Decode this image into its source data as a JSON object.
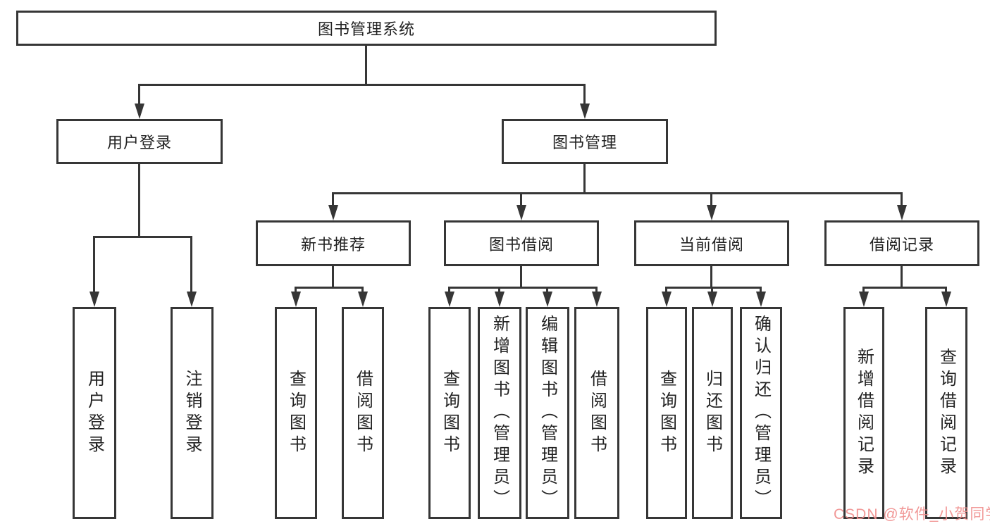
{
  "diagram": {
    "title": "图书管理系统",
    "line_color": "#363636",
    "nodes": {
      "root": "图书管理系统",
      "user_login": "用户登录",
      "book_mgmt": "图书管理",
      "new_book_rec": "新书推荐",
      "book_borrow": "图书借阅",
      "current_borrow": "当前借阅",
      "borrow_record": "借阅记录",
      "leaf_user_login": "用户登录",
      "leaf_logout": "注销登录",
      "leaf_nbr_query": "查询图书",
      "leaf_nbr_borrow": "借阅图书",
      "leaf_bb_query": "查询图书",
      "leaf_bb_add": "新增图书（管理员）",
      "leaf_bb_edit": "编辑图书（管理员）",
      "leaf_bb_borrow": "借阅图书",
      "leaf_cb_query": "查询图书",
      "leaf_cb_return": "归还图书",
      "leaf_cb_confirm": "确认归还（管理员）",
      "leaf_br_add": "新增借阅记录",
      "leaf_br_query": "查询借阅记录"
    },
    "hierarchy": {
      "图书管理系统": {
        "用户登录": [
          "用户登录",
          "注销登录"
        ],
        "图书管理": {
          "新书推荐": [
            "查询图书",
            "借阅图书"
          ],
          "图书借阅": [
            "查询图书",
            "新增图书（管理员）",
            "编辑图书（管理员）",
            "借阅图书"
          ],
          "当前借阅": [
            "查询图书",
            "归还图书",
            "确认归还（管理员）"
          ],
          "借阅记录": [
            "新增借阅记录",
            "查询借阅记录"
          ]
        }
      }
    }
  },
  "watermark": {
    "text": "CSDN @软件_小贺同学",
    "color": "#f0908f"
  }
}
